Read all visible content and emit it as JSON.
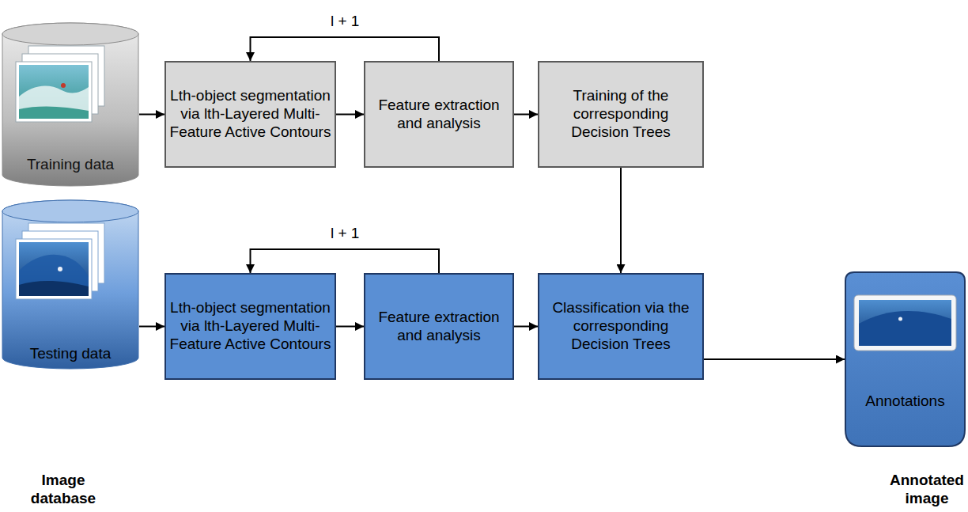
{
  "diagram": {
    "nodes": [
      {
        "text": [
          "Training data"
        ]
      },
      {
        "text": [
          "Lth-object segmentation via lth-Layered Multi-Feature Active Contours"
        ]
      },
      {
        "text": [
          "Feature extraction and analysis"
        ]
      },
      {
        "text": [
          "Training of the corresponding Decision Trees"
        ]
      },
      {
        "text": [
          "Testing data"
        ]
      },
      {
        "text": [
          "Lth-object segmentation via lth-Layered Multi-Feature Active Contours"
        ]
      },
      {
        "text": [
          "Feature extraction and analysis"
        ]
      },
      {
        "text": [
          "Classification via the corresponding Decision Trees"
        ]
      },
      {
        "text": [
          "Annotations"
        ]
      }
    ],
    "edges": [
      {
        "from": 0,
        "to": 1,
        "arrow": "to"
      },
      {
        "from": 1,
        "to": 2,
        "arrow": "to"
      },
      {
        "from": 2,
        "to": 1,
        "arrow": "to",
        "label": "l + 1"
      },
      {
        "from": 2,
        "to": 3,
        "arrow": "to"
      },
      {
        "from": 3,
        "to": 7,
        "arrow": "to"
      },
      {
        "from": 4,
        "to": 5,
        "arrow": "to"
      },
      {
        "from": 5,
        "to": 6,
        "arrow": "to"
      },
      {
        "from": 6,
        "to": 5,
        "arrow": "to",
        "label": "l + 1"
      },
      {
        "from": 6,
        "to": 7,
        "arrow": "to"
      },
      {
        "from": 7,
        "to": 8,
        "arrow": "to"
      }
    ],
    "labels": [
      "Image database",
      "Annotated image"
    ]
  }
}
